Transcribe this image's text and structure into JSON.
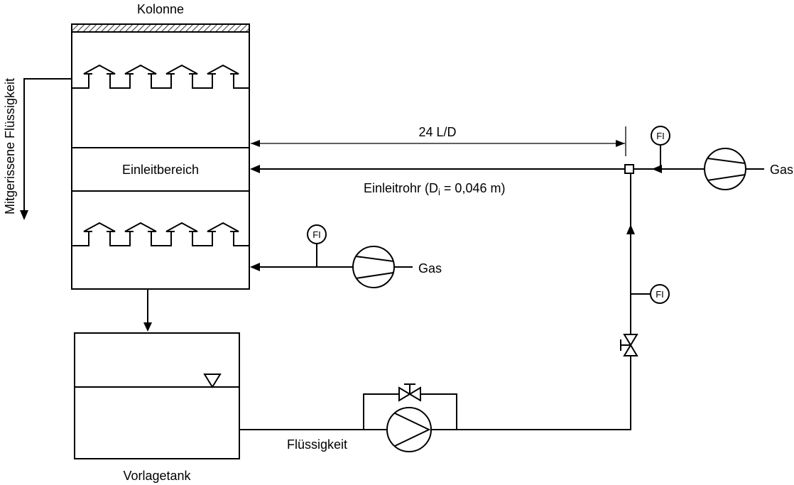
{
  "labels": {
    "column": "Kolonne",
    "inlet_zone": "Einleitbereich",
    "entrained_liquid": "Mitgerissene Flüssigkeit",
    "distance": "24 L/D",
    "inlet_pipe_prefix": "Einleitrohr (D",
    "inlet_pipe_sub": "i",
    "inlet_pipe_suffix": " = 0,046 m)",
    "gas_top": "Gas",
    "gas_mid": "Gas",
    "liquid": "Flüssigkeit",
    "tank": "Vorlagetank"
  },
  "instruments": {
    "fi_top": "FI",
    "fi_mid": "FI",
    "fi_right": "FI"
  }
}
